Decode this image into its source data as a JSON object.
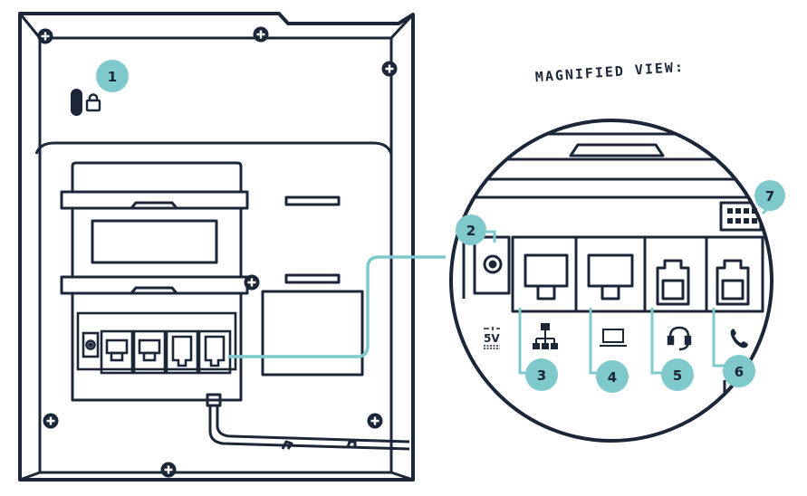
{
  "magnified_view": {
    "title": "MAGNIFIED VIEW:"
  },
  "callouts": [
    {
      "id": "1",
      "label": "1",
      "part": "security-lock-slot"
    },
    {
      "id": "2",
      "label": "2",
      "part": "dc-power-port"
    },
    {
      "id": "3",
      "label": "3",
      "part": "internet-port"
    },
    {
      "id": "4",
      "label": "4",
      "part": "pc-port"
    },
    {
      "id": "5",
      "label": "5",
      "part": "headset-port"
    },
    {
      "id": "6",
      "label": "6",
      "part": "handset-port"
    },
    {
      "id": "7",
      "label": "7",
      "part": "ext-port"
    }
  ],
  "port_labels": {
    "power": "5V"
  },
  "icons": [
    "lock-icon",
    "network-icon",
    "computer-icon",
    "headset-icon",
    "handset-icon",
    "screw-icon"
  ],
  "colors": {
    "outline": "#1b2638",
    "accent": "#7fc9cd",
    "background": "#ffffff"
  }
}
